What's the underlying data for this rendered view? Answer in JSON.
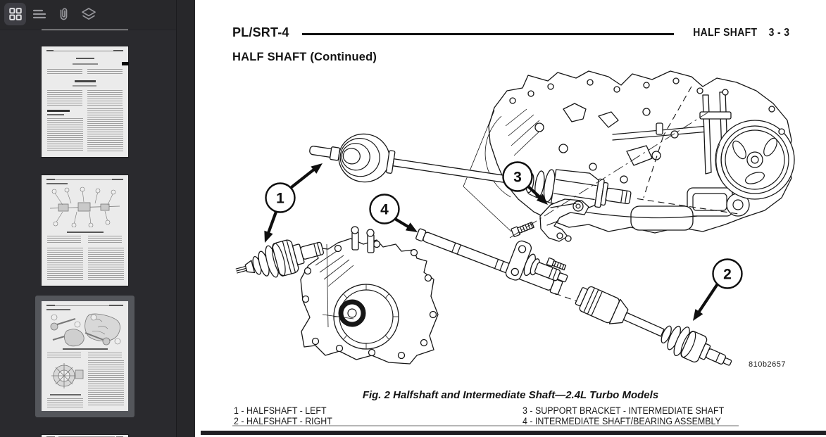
{
  "colors": {
    "sidebar_bg": "#2a2a2e",
    "toolbar_active_bg": "#3e3e44",
    "icon_gray": "#97979c",
    "selected_thumb_frame": "#54565b",
    "page_bg": "#ffffff",
    "viewer_gutter": "#27272a"
  },
  "toolbar": {
    "items": [
      {
        "id": "thumbnails",
        "icon": "grid-icon",
        "active": true
      },
      {
        "id": "outline",
        "icon": "list-icon",
        "active": false
      },
      {
        "id": "attachments",
        "icon": "paperclip-icon",
        "active": false
      },
      {
        "id": "layers",
        "icon": "layers-icon",
        "active": false
      }
    ]
  },
  "sidebar": {
    "thumbnails": [
      {
        "page": 1,
        "kind": "table-of-contents-page",
        "selected": false,
        "has_black_edge_tab": true
      },
      {
        "page": 2,
        "kind": "exploded-view-text-page",
        "selected": false
      },
      {
        "page": 3,
        "kind": "current-page-halfshaft-figure",
        "selected": true
      },
      {
        "page": 4,
        "kind": "partially-visible-next-page",
        "selected": false
      }
    ]
  },
  "document": {
    "header_left": "PL/SRT-4",
    "header_right_title": "HALF SHAFT",
    "header_right_page": "3 - 3",
    "section_heading": "HALF SHAFT (Continued)",
    "figure": {
      "caption": "Fig. 2 Halfshaft and Intermediate Shaft—2.4L Turbo Models",
      "image_code": "810b2657",
      "callouts": [
        {
          "num": "1"
        },
        {
          "num": "2"
        },
        {
          "num": "3"
        },
        {
          "num": "4"
        }
      ],
      "legend_left": [
        "1 - HALFSHAFT - LEFT",
        "2 - HALFSHAFT - RIGHT"
      ],
      "legend_right": [
        "3 - SUPPORT BRACKET - INTERMEDIATE SHAFT",
        "4 - INTERMEDIATE SHAFT/BEARING ASSEMBLY"
      ]
    }
  }
}
